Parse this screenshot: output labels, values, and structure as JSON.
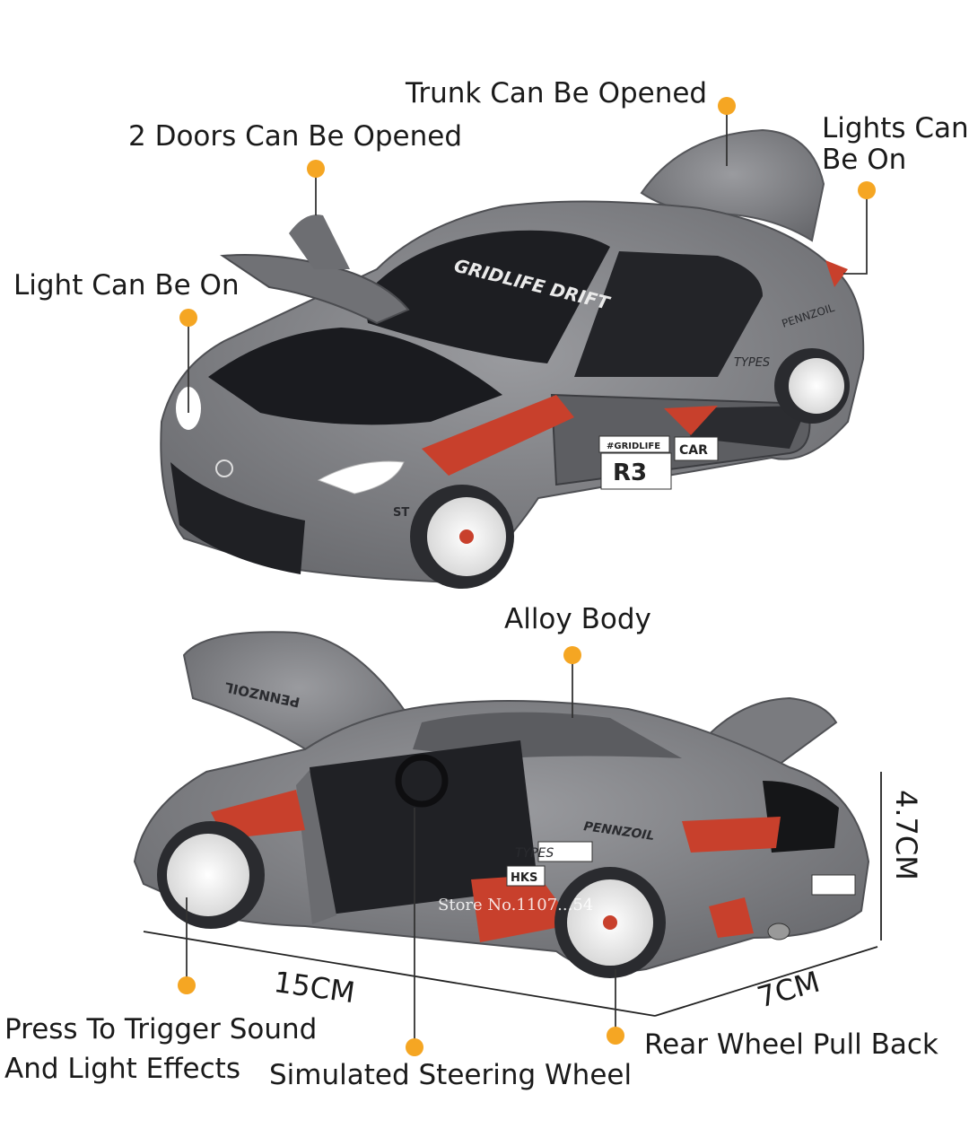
{
  "labels": {
    "trunk_top": "Trunk Can Be Opened",
    "doors": "2 Doors Can Be Opened",
    "lights_rear": "Lights Can\nBe On",
    "light_front": "Light Can Be On",
    "alloy": "Alloy Body",
    "press": "Press To Trigger Sound\nAnd Light Effects",
    "steering": "Simulated Steering Wheel",
    "pullback": "Rear Wheel Pull Back"
  },
  "dimensions": {
    "length": "15CM",
    "width": "7CM",
    "height": "4.7CM"
  },
  "decals": {
    "windshield": "GRIDLIFE DRIFT",
    "pennzoil": "PENNZOIL",
    "number": "R3",
    "gridlife": "#GRIDLIFE",
    "car": "CAR",
    "types": "TYPES",
    "hks": "HKS",
    "st": "ST"
  },
  "watermark": "Store No.1107...54",
  "colors": {
    "dot": "#f5a623",
    "body": "#7b7c80",
    "accent_red": "#c8402c",
    "dark": "#2a2b2f"
  }
}
